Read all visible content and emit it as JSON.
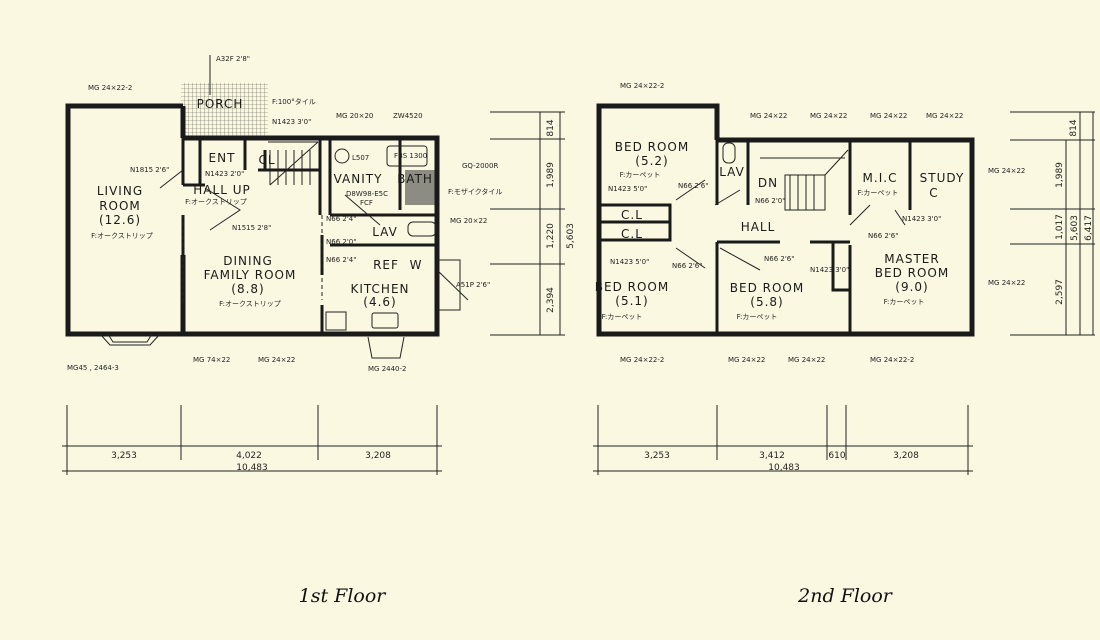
{
  "floor1": {
    "caption": "1st Floor",
    "rooms": {
      "living": "LIVING",
      "living2": "ROOM",
      "living_area": "(12.6)",
      "living_floor": "F:オークストリップ",
      "porch": "PORCH",
      "ent": "ENT",
      "cl": "CL",
      "hall_up": "HALL UP",
      "hall_floor": "F:オークストリップ",
      "vanity": "VANITY",
      "bath": "BATH",
      "lav": "LAV",
      "dining": "DINING",
      "family": "FAMILY ROOM",
      "dining_area": "(8.8)",
      "dining_floor": "F:オークストリップ",
      "kitchen": "KITCHEN",
      "kitchen_area": "(4.6)",
      "ref": "REF",
      "w": "W"
    },
    "notes": {
      "a32f": "A32F 2'8\"",
      "porch_floor": "F:100°タイル",
      "n1423": "N1423 3'0\"",
      "mg_top_left": "MG 24×22-2",
      "mg2020": "MG 20×20",
      "zw": "ZW4520",
      "gq": "GQ-2000R",
      "bath_floor": "F:モザイクタイル",
      "mg2022": "MG 20×22",
      "a51p": "A51P 2'6\"",
      "mg2440": "MG 2440-2",
      "mg45": "MG45 , 2464-3",
      "mg7422": "MG 74×22",
      "mg2422": "MG 24×22",
      "n1815": "N1815 2'6\"",
      "n1515": "N1515 2'8\"",
      "n66a": "N66 2'4\"",
      "n66b": "N66 2'0\"",
      "n66c": "N66 2'4\"",
      "l507": "L507",
      "d8w": "D8W98-E5C",
      "fcf": "FCF",
      "fbs": "FBS 1300",
      "ent_n": "N1423 2'0\""
    },
    "dims_bottom": [
      "3,253",
      "4,022",
      "3,208"
    ],
    "dims_total": "10,483",
    "dims_right": [
      "814",
      "1,989",
      "1,220",
      "2,394"
    ],
    "dims_right_total": "5,603"
  },
  "floor2": {
    "caption": "2nd Floor",
    "rooms": {
      "bed1": "BED ROOM",
      "bed1_area": "(5.2)",
      "bed1_floor": "F:カーペット",
      "cl1": "C.L",
      "cl2": "C.L",
      "lav": "LAV",
      "dn": "DN",
      "hall": "HALL",
      "mic": "M.I.C",
      "mic_floor": "F:カーペット",
      "study": "STUDY",
      "study2": "C",
      "master": "MASTER",
      "master2": "BED ROOM",
      "master_area": "(9.0)",
      "master_floor": "F:カーペット",
      "bed2": "BED ROOM",
      "bed2_area": "(5.1)",
      "bed2_floor": "F:カーペット",
      "bed3": "BED ROOM",
      "bed3_area": "(5.8)",
      "bed3_floor": "F:カーペット"
    },
    "notes": {
      "mg_top_left": "MG 24×22-2",
      "mg_t1": "MG 24×22",
      "mg_t2": "MG 24×22",
      "mg_t3": "MG 24×22",
      "mg_t4": "MG 24×22",
      "mg_r1": "MG 24×22",
      "mg_r2": "MG 24×22",
      "mg_b1": "MG 24×22-2",
      "mg_b2": "MG 24×22",
      "mg_b3": "MG 24×22",
      "mg_b4": "MG 24×22-2",
      "n1423a": "N1423 5'0\"",
      "n1423b": "N1423 5'0\"",
      "n1423c": "N1423 3'0\"",
      "n1423d": "N1423 3'0\"",
      "n66a": "N66 2'6\"",
      "n66b": "N66 2'0\"",
      "n66c": "N66 2'6\"",
      "n66d": "N66 2'6\"",
      "n66e": "N66 2'6\""
    },
    "dims_bottom": [
      "3,253",
      "3,412",
      "610",
      "3,208"
    ],
    "dims_total": "10,483",
    "dims_right": [
      "814",
      "1,989",
      "1,017",
      "2,597"
    ],
    "dims_right_total": [
      "5,603",
      "6,417"
    ]
  }
}
